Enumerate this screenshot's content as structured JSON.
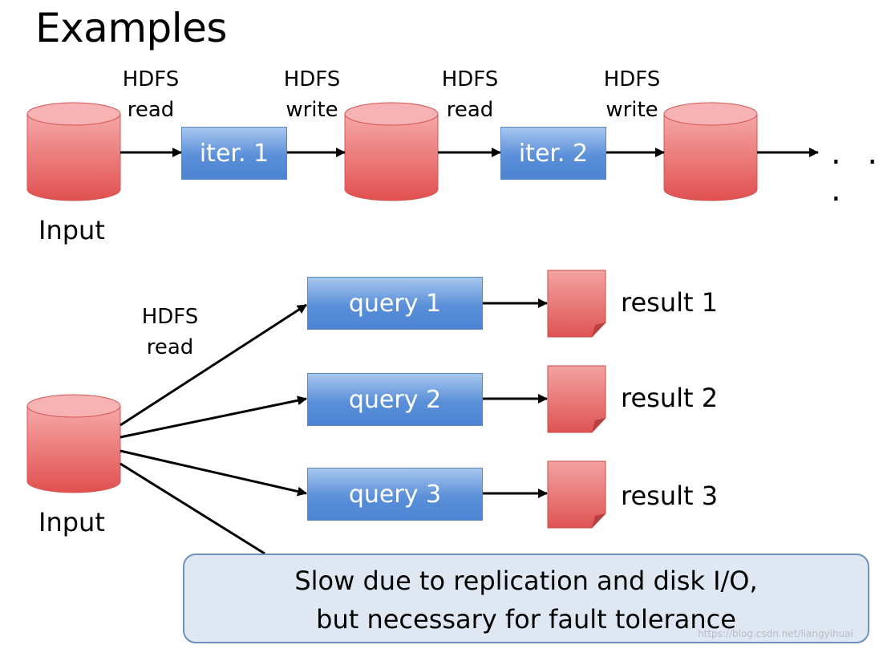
{
  "title": "Examples",
  "iterative": {
    "edge_labels": [
      {
        "line1": "HDFS",
        "line2": "read"
      },
      {
        "line1": "HDFS",
        "line2": "write"
      },
      {
        "line1": "HDFS",
        "line2": "read"
      },
      {
        "line1": "HDFS",
        "line2": "write"
      }
    ],
    "steps": [
      "iter. 1",
      "iter. 2"
    ],
    "input_label": "Input",
    "continuation": ". . ."
  },
  "interactive": {
    "edge_label": {
      "line1": "HDFS",
      "line2": "read"
    },
    "queries": [
      "query 1",
      "query 2",
      "query 3"
    ],
    "results": [
      "result 1",
      "result 2",
      "result 3"
    ],
    "input_label": "Input"
  },
  "callout": {
    "line1": "Slow due to replication and disk I/O,",
    "line2": "but necessary for fault tolerance"
  },
  "watermark": "https://blog.csdn.net/liangyihuai",
  "colors": {
    "storage_cylinder": "#e05a5a",
    "process_box": "#5a8fd8",
    "callout_fill": "#dfe7f3"
  }
}
